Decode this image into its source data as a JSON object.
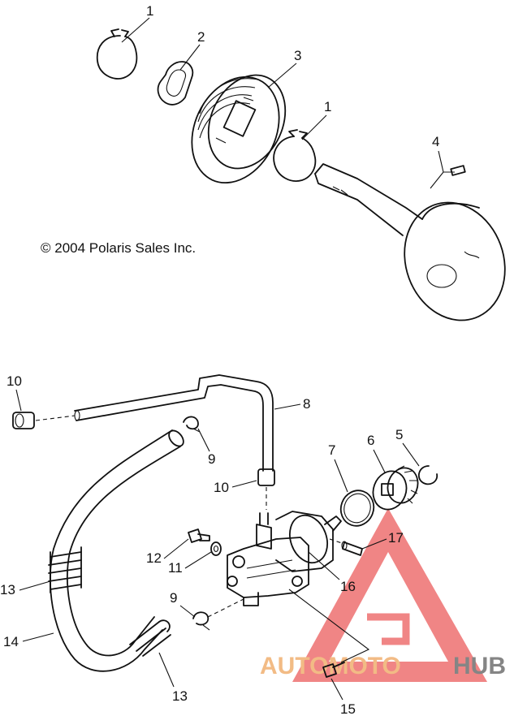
{
  "copyright": "© 2004 Polaris Sales Inc.",
  "callouts": {
    "c1a": "1",
    "c2": "2",
    "c3": "3",
    "c1b": "1",
    "c4": "4",
    "c10a": "10",
    "c8": "8",
    "c9a": "9",
    "c7": "7",
    "c6": "6",
    "c5": "5",
    "c10b": "10",
    "c17": "17",
    "c12": "12",
    "c11": "11",
    "c13a": "13",
    "c16": "16",
    "c9b": "9",
    "c14": "14",
    "c13b": "13",
    "c15": "15"
  },
  "watermark": {
    "part1": "AUTOMOTO",
    "part2": "HUB",
    "color_primary": "#e84040",
    "color_accent": "#f0b070",
    "color_gray": "#707070"
  }
}
